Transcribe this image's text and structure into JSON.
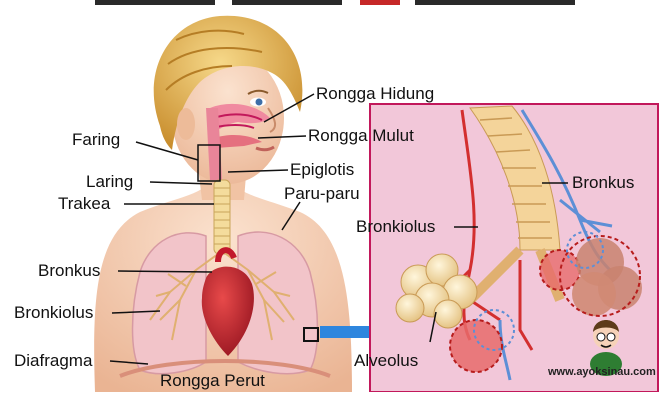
{
  "labels": {
    "faring": "Faring",
    "laring": "Laring",
    "trakea": "Trakea",
    "bronkus_left": "Bronkus",
    "bronkiolus_left": "Bronkiolus",
    "diafragma": "Diafragma",
    "rongga_perut": "Rongga Perut",
    "rongga_hidung": "Rongga Hidung",
    "rongga_mulut": "Rongga Mulut",
    "epiglotis": "Epiglotis",
    "paru_paru": "Paru-paru",
    "bronkiolus_right": "Bronkiolus",
    "bronkus_right": "Bronkus",
    "alveolus": "Alveolus"
  },
  "watermark": "www.ayoksinau.com",
  "colors": {
    "inset_bg": "#f2c7d9",
    "inset_border": "#c2185b",
    "skin": "#f6d2b8",
    "hair": "#e8b85a",
    "lung": "#f2c4c9",
    "heart": "#c2182b",
    "artery": "#d32f2f",
    "vein": "#5d8fd6",
    "arrow": "#2e86de"
  },
  "icons": [
    "mascot-icon"
  ]
}
